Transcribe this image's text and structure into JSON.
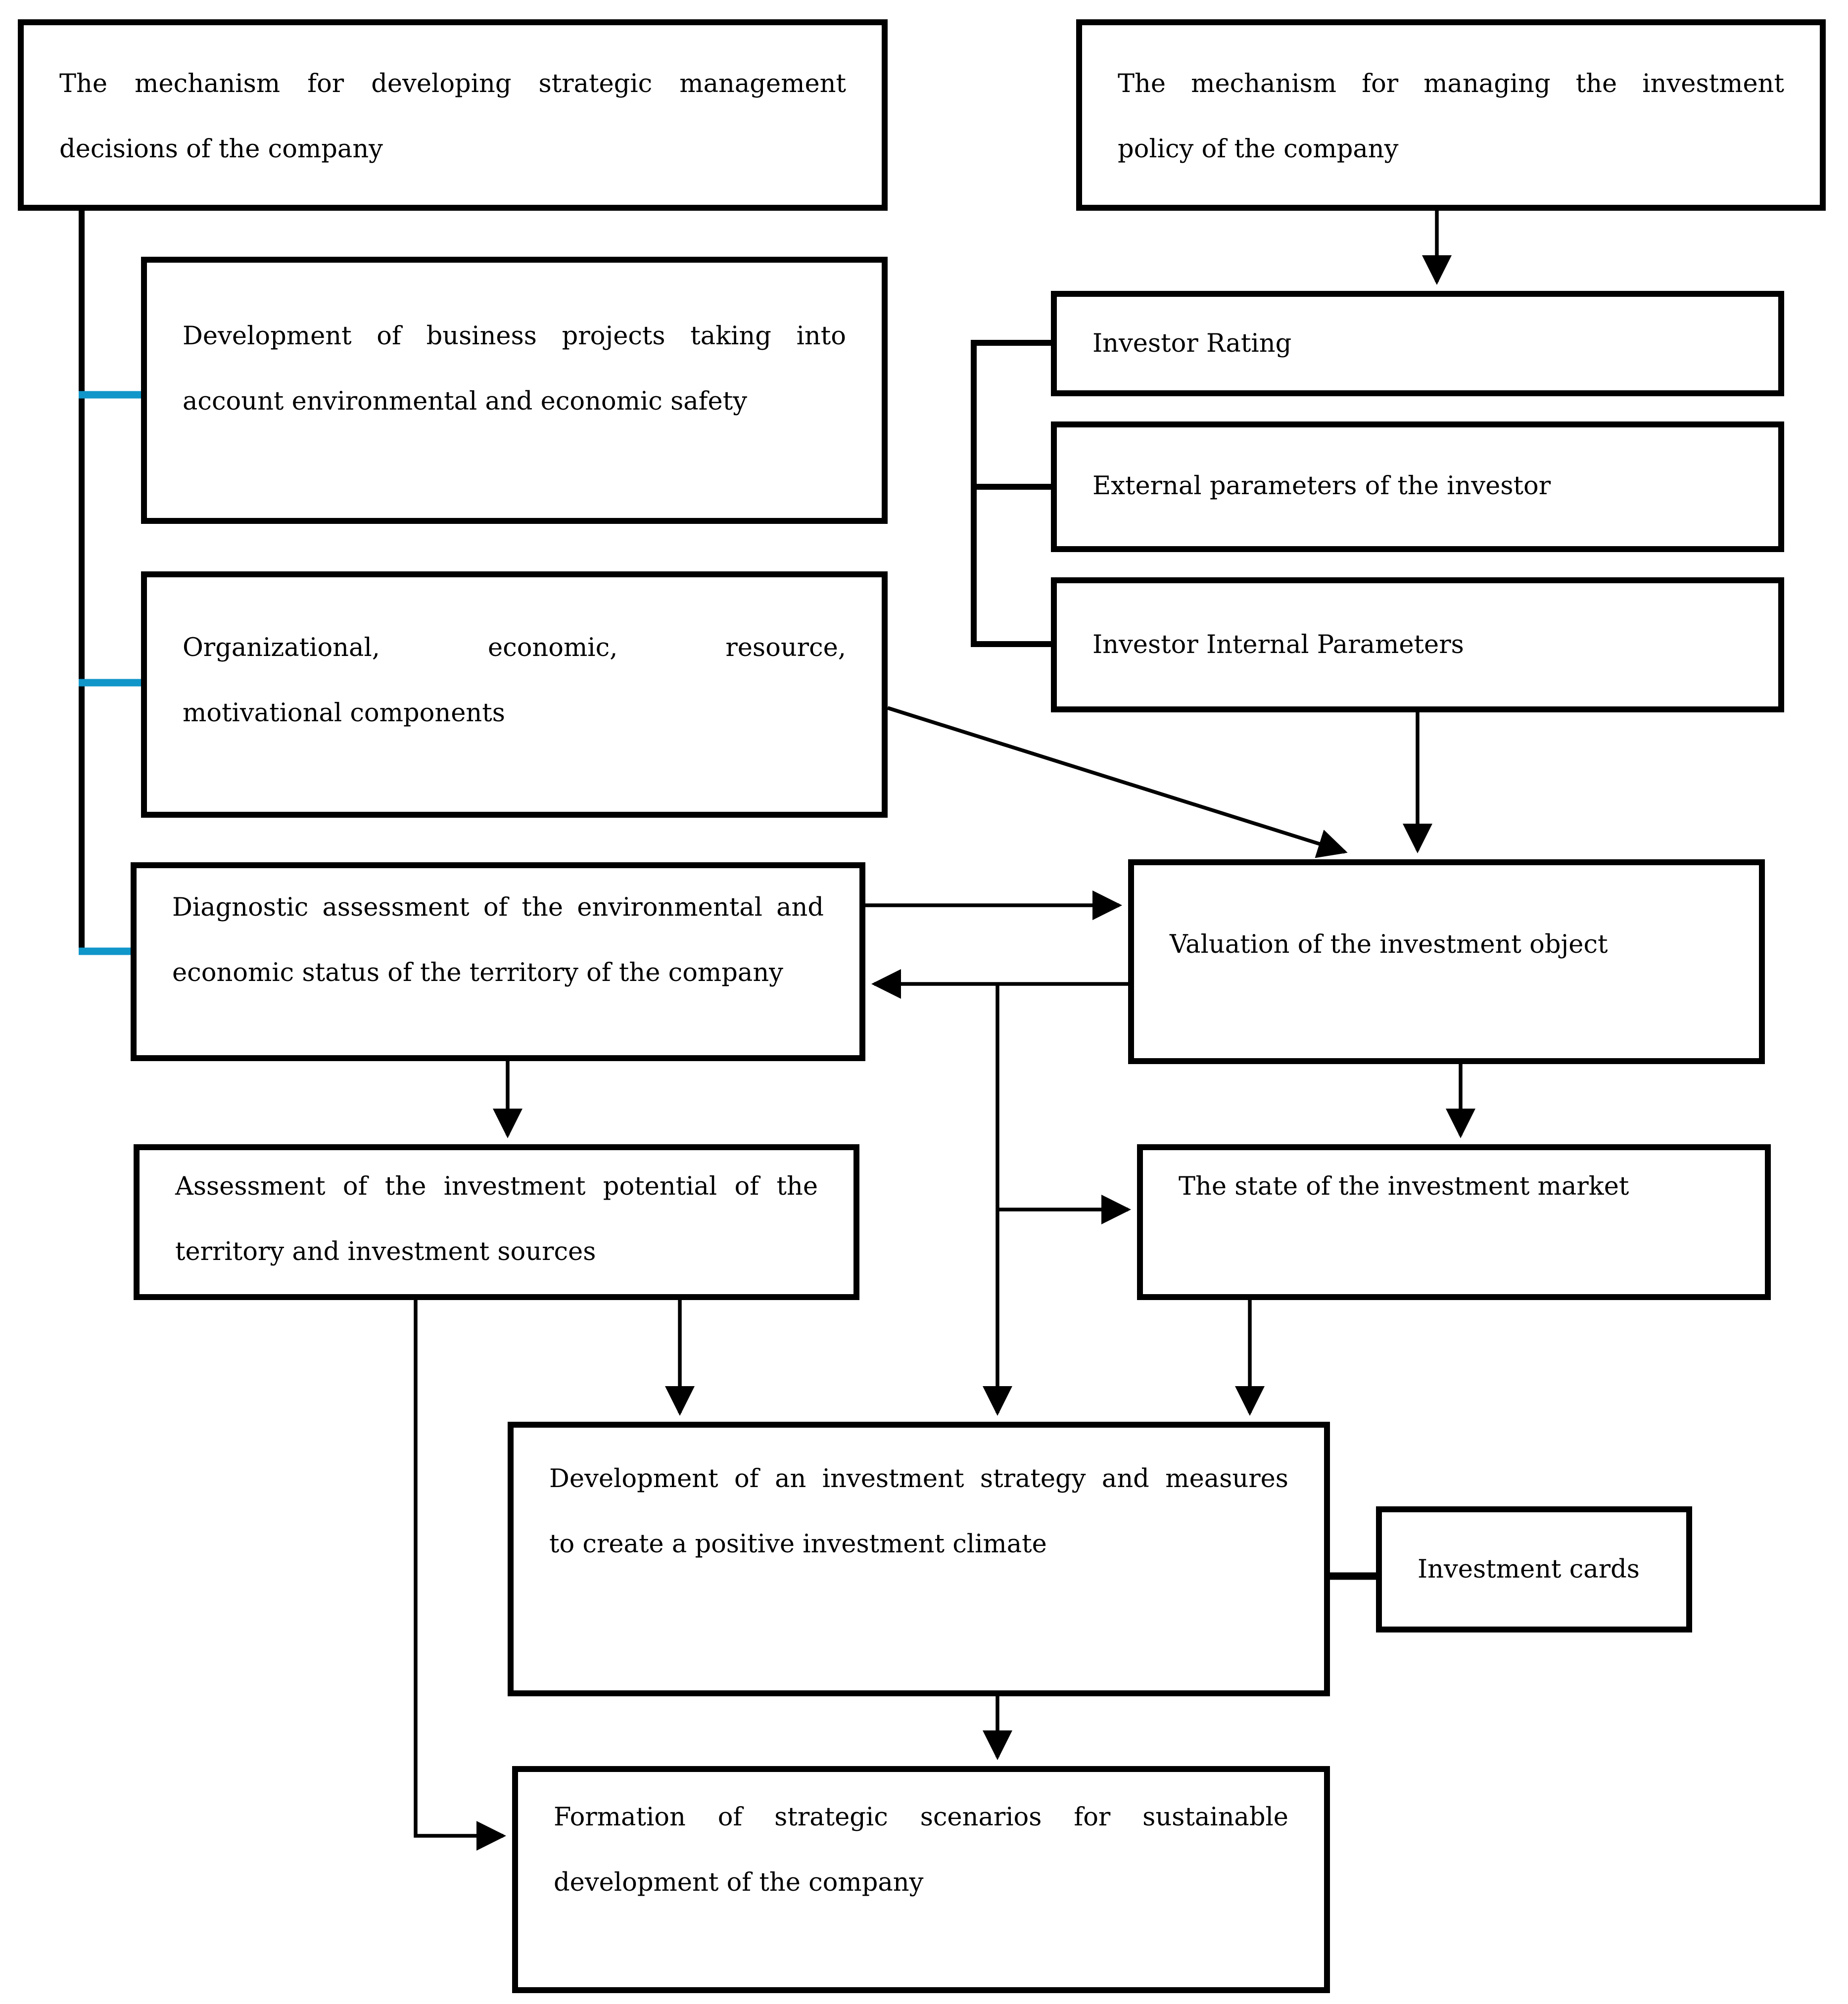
{
  "figure": {
    "type": "flowchart",
    "boxes": {
      "strategic_mechanism": {
        "lines": [
          "The mechanism for developing strategic management",
          "decisions of the company"
        ]
      },
      "investment_mechanism": {
        "lines": [
          "The mechanism for managing the investment",
          "policy of the company"
        ]
      },
      "business_projects": {
        "lines": [
          "Development of business projects taking into",
          "account environmental and economic safety"
        ]
      },
      "components": {
        "lines": [
          "Organizational, economic, resource,",
          "motivational components"
        ]
      },
      "diagnostic": {
        "lines": [
          "Diagnostic assessment of the environmental and",
          "economic status of the territory of the company"
        ]
      },
      "investor_rating": {
        "lines": [
          "Investor Rating"
        ]
      },
      "external_params": {
        "lines": [
          "External parameters of the investor"
        ]
      },
      "internal_params": {
        "lines": [
          "Investor Internal Parameters"
        ]
      },
      "valuation": {
        "lines": [
          "Valuation of the investment object"
        ]
      },
      "assessment": {
        "lines": [
          "Assessment of the investment potential of the",
          "territory and investment sources"
        ]
      },
      "market_state": {
        "lines": [
          "The state of the investment market"
        ]
      },
      "strategy": {
        "lines": [
          "Development of an investment strategy and measures",
          "to create a positive investment climate"
        ]
      },
      "investment_cards": {
        "lines": [
          "Investment cards"
        ]
      },
      "formation": {
        "lines": [
          "Formation of strategic scenarios for sustainable",
          "development of the company"
        ]
      }
    },
    "colors": {
      "ink": "#000000",
      "blue_connector": "#1096c9",
      "background": "#ffffff"
    }
  }
}
